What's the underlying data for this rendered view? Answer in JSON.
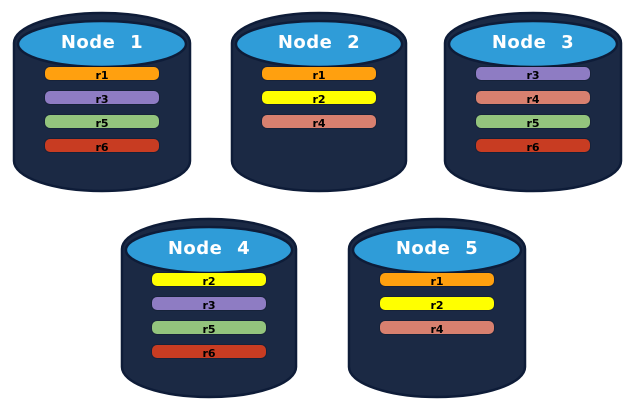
{
  "colors": {
    "background": "#FFFFFF",
    "cylinder_body": "#1B2944",
    "cylinder_outline": "#0E1C38",
    "cylinder_top": "#2F9CD8",
    "title_text": "#FFFFFF",
    "bar_text": "#000000",
    "replica_palette": {
      "r1": "#FFA00F",
      "r2": "#FFFF00",
      "r3": "#8E7CC3",
      "r4": "#D8806F",
      "r5": "#93C47D",
      "r6": "#C83C22"
    }
  },
  "nodes": [
    {
      "title": "Node 1",
      "replicas": [
        {
          "label": "r1",
          "color": "#FFA00F"
        },
        {
          "label": "r3",
          "color": "#8E7CC3"
        },
        {
          "label": "r5",
          "color": "#93C47D"
        },
        {
          "label": "r6",
          "color": "#C83C22"
        }
      ]
    },
    {
      "title": "Node 2",
      "replicas": [
        {
          "label": "r1",
          "color": "#FFA00F"
        },
        {
          "label": "r2",
          "color": "#FFFF00"
        },
        {
          "label": "r4",
          "color": "#D8806F"
        }
      ]
    },
    {
      "title": "Node 3",
      "replicas": [
        {
          "label": "r3",
          "color": "#8E7CC3"
        },
        {
          "label": "r4",
          "color": "#D8806F"
        },
        {
          "label": "r5",
          "color": "#93C47D"
        },
        {
          "label": "r6",
          "color": "#C83C22"
        }
      ]
    },
    {
      "title": "Node 4",
      "replicas": [
        {
          "label": "r2",
          "color": "#FFFF00"
        },
        {
          "label": "r3",
          "color": "#8E7CC3"
        },
        {
          "label": "r5",
          "color": "#93C47D"
        },
        {
          "label": "r6",
          "color": "#C83C22"
        }
      ]
    },
    {
      "title": "Node 5",
      "replicas": [
        {
          "label": "r1",
          "color": "#FFA00F"
        },
        {
          "label": "r2",
          "color": "#FFFF00"
        },
        {
          "label": "r4",
          "color": "#D8806F"
        }
      ]
    }
  ]
}
